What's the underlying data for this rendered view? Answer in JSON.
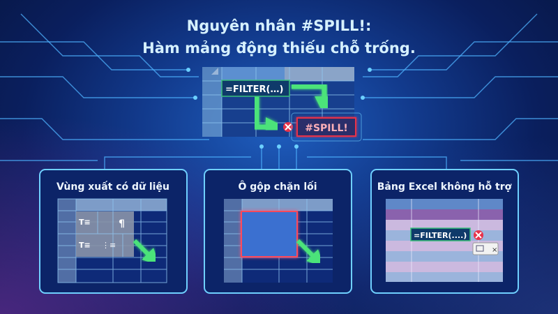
{
  "title": {
    "line1": "Nguyên nhân #SPILL!:",
    "line2": "Hàm mảng động thiếu chỗ trống."
  },
  "main_diagram": {
    "formula": "=FILTER(…)",
    "error": "#SPILL!",
    "error_icon": "x-circle-icon"
  },
  "panels": [
    {
      "title": "Vùng xuất có dữ liệu",
      "icons": [
        "text-block-icon",
        "pilcrow-icon",
        "list-icon"
      ]
    },
    {
      "title": "Ô gộp chặn lối"
    },
    {
      "title": "Bảng Excel không hỗ trợ",
      "formula": "=FILTER(....)",
      "error_icon": "x-circle-icon",
      "popup_close": "×"
    }
  ],
  "colors": {
    "arrow": "#4be37a",
    "error": "#e8324a",
    "accent": "#6fd0ff"
  }
}
